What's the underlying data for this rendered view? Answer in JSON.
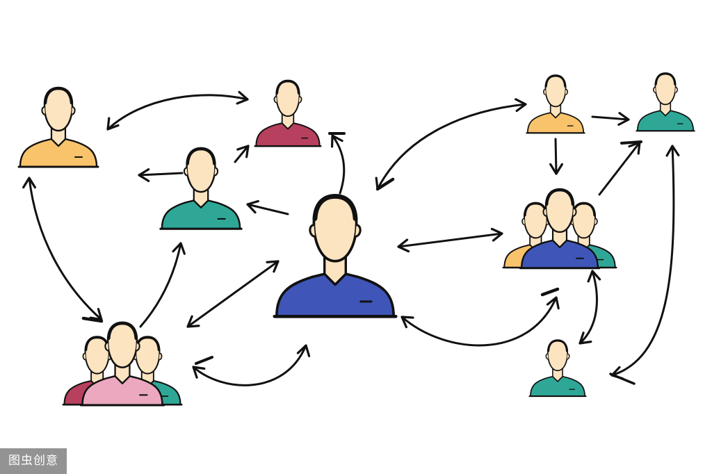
{
  "watermark": {
    "text": "图虫创意"
  },
  "colors": {
    "background": "#ffffff",
    "skin": "#fde4c0",
    "outline": "#111111",
    "blue": "#3f56b8",
    "teal": "#2fa797",
    "orange": "#f8c36b",
    "crimson": "#b6405d",
    "pink": "#eba8bf"
  },
  "figures": [
    {
      "name": "person-top-left-orange",
      "color": "orange"
    },
    {
      "name": "person-top-center-crimson",
      "color": "crimson"
    },
    {
      "name": "person-center-left-teal",
      "color": "teal"
    },
    {
      "name": "person-center-large-blue",
      "color": "blue"
    },
    {
      "name": "group-bottom-left",
      "color": "pink"
    },
    {
      "name": "person-top-right-orange",
      "color": "orange"
    },
    {
      "name": "person-far-top-right-teal",
      "color": "teal"
    },
    {
      "name": "group-right-blue",
      "color": "blue"
    },
    {
      "name": "person-bottom-right-teal",
      "color": "teal"
    }
  ]
}
